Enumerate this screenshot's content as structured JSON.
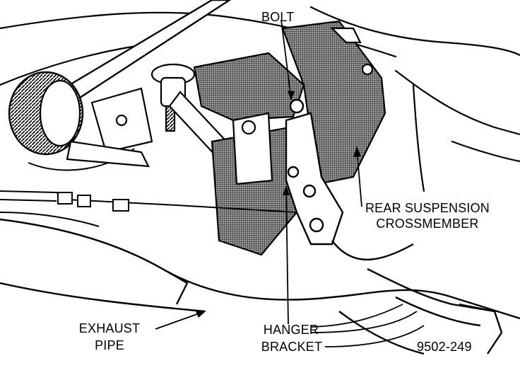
{
  "labels": {
    "bolt": "BOLT",
    "rear_suspension_line1": "REAR SUSPENSION",
    "rear_suspension_line2": "CROSSMEMBER",
    "exhaust_line1": "EXHAUST",
    "exhaust_line2": "PIPE",
    "hanger_line1": "HANGER",
    "hanger_line2": "BRACKET",
    "figure_id": "9502-249"
  },
  "colors": {
    "ink": "#000000",
    "paper": "#ffffff",
    "shade": "#6b6b6b"
  }
}
